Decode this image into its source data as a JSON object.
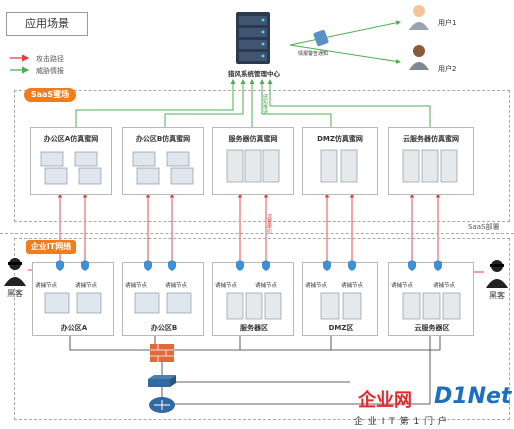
{
  "title": "应用场景",
  "legend": {
    "attack_path": "攻击路径",
    "threat_intel": "威胁情报",
    "attack_color": "#e83b3b",
    "intel_color": "#4caf50"
  },
  "center": {
    "label": "猎风系统管理中心",
    "notify_label": "情报警告通知",
    "push_label": "感知推送",
    "users": [
      "用户1",
      "用户2"
    ]
  },
  "saas": {
    "tag": "SaaS蜜场",
    "deploy_label": "SaaS部署",
    "honeynets": [
      "办公区A仿真蜜网",
      "办公区B仿真蜜网",
      "服务器仿真蜜网",
      "DMZ仿真蜜网",
      "云服务器仿真蜜网"
    ]
  },
  "enterprise": {
    "tag": "企业IT网络",
    "node_label": "诱捕节点",
    "traffic_label": "流量牵引",
    "zones": [
      "办公区A",
      "办公区B",
      "服务器区",
      "DMZ区",
      "云服务器区"
    ]
  },
  "hackers": [
    "黑客",
    "黑客"
  ],
  "watermark": {
    "brand_cn": "企业网",
    "brand_en": "D1Net",
    "sub": "企 业 I T 第 1 门 户"
  }
}
